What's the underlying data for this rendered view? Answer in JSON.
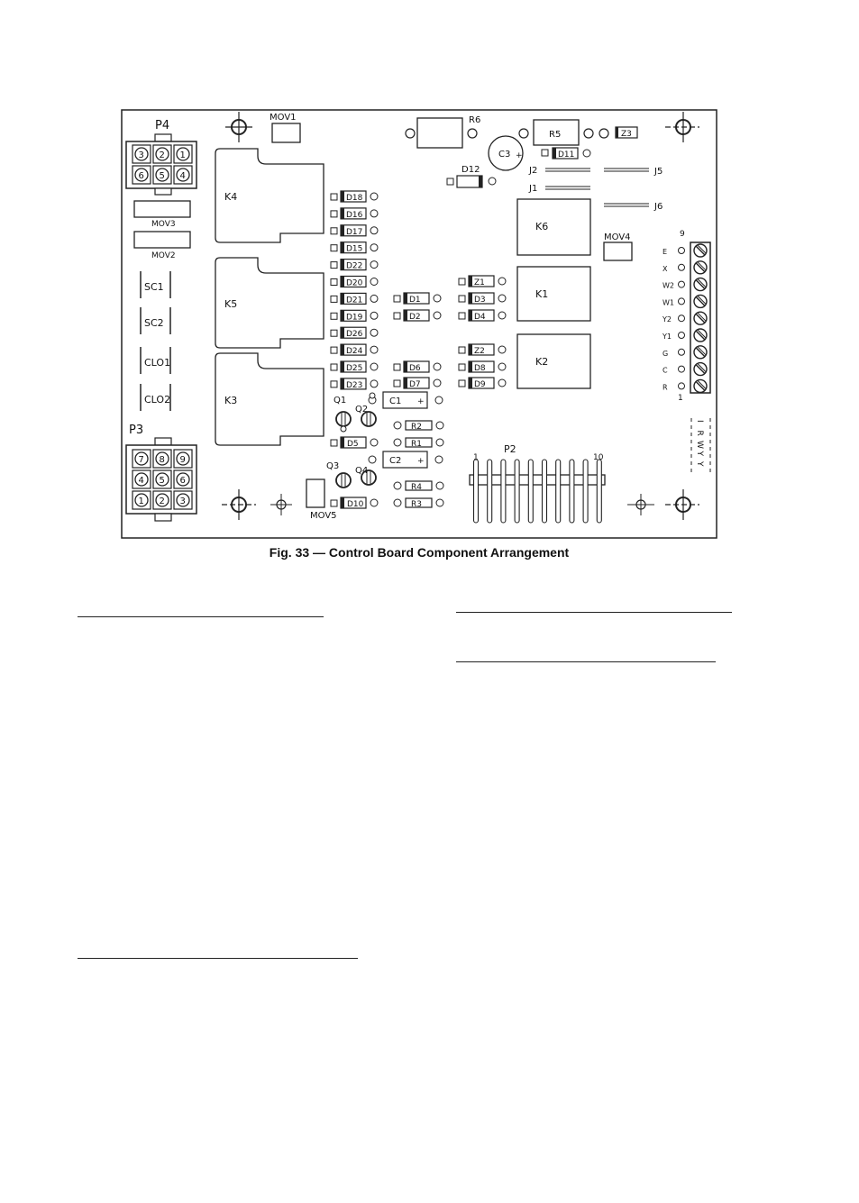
{
  "figure": {
    "caption": "Fig. 33 — Control Board Component Arrangement",
    "connectors": {
      "p4": {
        "label": "P4",
        "pins": [
          "3",
          "2",
          "1",
          "6",
          "5",
          "4"
        ]
      },
      "p3": {
        "label": "P3",
        "pins": [
          "7",
          "8",
          "9",
          "4",
          "5",
          "6",
          "1",
          "2",
          "3"
        ]
      },
      "p2": {
        "label": "P2",
        "pin_first": "1",
        "pin_last": "10",
        "pin_count": 10
      }
    },
    "movs": [
      "MOV1",
      "MOV2",
      "MOV3",
      "MOV4",
      "MOV5"
    ],
    "relays": [
      "K1",
      "K2",
      "K3",
      "K4",
      "K5",
      "K6"
    ],
    "resistors": [
      "R1",
      "R2",
      "R3",
      "R4",
      "R5",
      "R6"
    ],
    "capacitors": [
      "C1",
      "C2",
      "C3"
    ],
    "transistors": [
      "Q1",
      "Q2",
      "Q3",
      "Q4"
    ],
    "zeners": [
      "Z1",
      "Z2",
      "Z3"
    ],
    "jumpers": [
      "J1",
      "J2",
      "J5",
      "J6"
    ],
    "side_labels": [
      "SC1",
      "SC2",
      "CLO1",
      "CLO2"
    ],
    "diode_column": [
      "D18",
      "D16",
      "D17",
      "D15",
      "D22",
      "D20",
      "D21",
      "D19",
      "D26",
      "D24",
      "D25",
      "D23"
    ],
    "diodes_mid": [
      "D1",
      "D2",
      "D6",
      "D7"
    ],
    "diodes_right": [
      "D3",
      "D4",
      "D8",
      "D9"
    ],
    "diodes_misc": [
      "D5",
      "D10",
      "D11",
      "D12"
    ],
    "terminal_block": {
      "top_number": "9",
      "bottom_number": "1",
      "labels": [
        "E",
        "X",
        "W2",
        "W1",
        "Y2",
        "Y1",
        "G",
        "C",
        "R"
      ]
    },
    "jumper_strip_letters": [
      "I",
      "R",
      "W",
      "Y",
      "Y"
    ]
  }
}
